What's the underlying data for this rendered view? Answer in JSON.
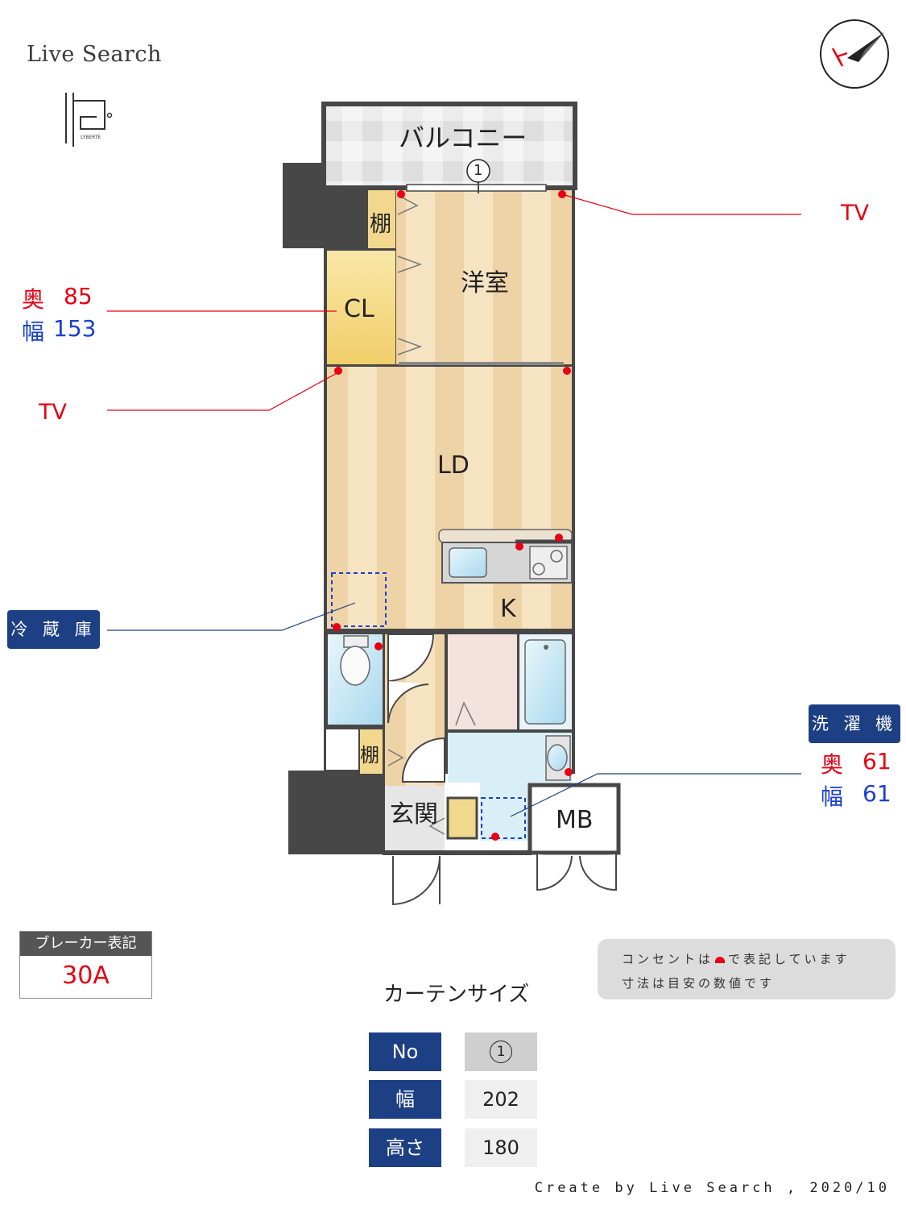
{
  "brand": {
    "name": "Live Search",
    "logo_text": "LYBERTE"
  },
  "rooms": {
    "balcony": "バルコニー",
    "western_room": "洋室",
    "shelf_top": "棚",
    "shelf_bottom": "棚",
    "closet": "CL",
    "ld": "LD",
    "kitchen": "K",
    "entrance": "玄関",
    "meter_box": "MB",
    "curtain_marker": "1"
  },
  "annotations": {
    "tv_top": "TV",
    "tv_left": "TV",
    "closet_depth_label": "奥",
    "closet_depth": "85",
    "closet_width_label": "幅",
    "closet_width": "153",
    "fridge": "冷 蔵 庫",
    "washer": "洗 濯 機",
    "washer_depth_label": "奥",
    "washer_depth": "61",
    "washer_width_label": "幅",
    "washer_width": "61"
  },
  "breaker": {
    "label": "ブレーカー表記",
    "value": "30A"
  },
  "note": {
    "line1": "コンセントは",
    "line1_suffix": "で表記しています",
    "line2": "寸法は目安の数値です"
  },
  "curtain": {
    "title": "カーテンサイズ",
    "rows": [
      {
        "header": "No",
        "value": "1"
      },
      {
        "header": "幅",
        "value": "202"
      },
      {
        "header": "高さ",
        "value": "180"
      }
    ]
  },
  "footer": "Create by Live Search , 2020/10",
  "colors": {
    "accent_navy": "#1d3f84",
    "red": "#e60012",
    "blue": "#1a3fcf",
    "wall": "#474747",
    "floor": "#f2dcb6"
  }
}
